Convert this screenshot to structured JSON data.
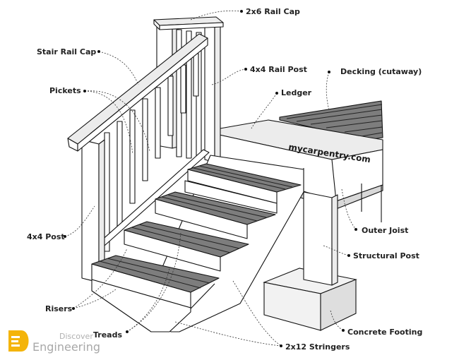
{
  "labels": {
    "rail_cap_2x6": "2x6 Rail Cap",
    "stair_rail_cap": "Stair Rail Cap",
    "rail_post_4x4": "4x4 Rail Post",
    "decking": "Decking (cutaway)",
    "pickets": "Pickets",
    "ledger": "Ledger",
    "post_4x4": "4x4 Post",
    "outer_joist": "Outer Joist",
    "structural_post": "Structural Post",
    "risers": "Risers",
    "treads": "Treads",
    "concrete_footing": "Concrete Footing",
    "stringers": "2x12 Stringers"
  },
  "watermark": "mycarpentry.com",
  "logo": {
    "line1": "Discover",
    "line2": "Engineering"
  }
}
